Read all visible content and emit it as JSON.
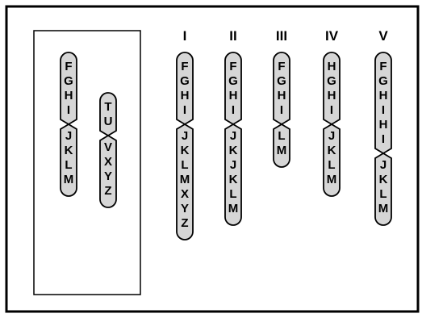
{
  "figure": {
    "parental_pair": [
      {
        "upper_arm": [
          "F",
          "G",
          "H",
          "I"
        ],
        "lower_arm": [
          "J",
          "K",
          "L",
          "M"
        ]
      },
      {
        "upper_arm": [
          "T",
          "U"
        ],
        "lower_arm": [
          "V",
          "X",
          "Y",
          "Z"
        ]
      }
    ],
    "variants": [
      {
        "label": "I",
        "upper_arm": [
          "F",
          "G",
          "H",
          "I"
        ],
        "lower_arm": [
          "J",
          "K",
          "L",
          "M",
          "X",
          "Y",
          "Z"
        ]
      },
      {
        "label": "II",
        "upper_arm": [
          "F",
          "G",
          "H",
          "I"
        ],
        "lower_arm": [
          "J",
          "K",
          "J",
          "K",
          "L",
          "M"
        ]
      },
      {
        "label": "III",
        "upper_arm": [
          "F",
          "G",
          "H",
          "I"
        ],
        "lower_arm": [
          "L",
          "M"
        ]
      },
      {
        "label": "IV",
        "upper_arm": [
          "H",
          "G",
          "H",
          "I"
        ],
        "lower_arm": [
          "J",
          "K",
          "L",
          "M"
        ]
      },
      {
        "label": "V",
        "upper_arm": [
          "F",
          "G",
          "H",
          "I",
          "H",
          "I"
        ],
        "lower_arm": [
          "J",
          "K",
          "L",
          "M"
        ]
      }
    ]
  },
  "colors": {
    "chromosome_fill": "#d6d6d6",
    "stroke": "#000000",
    "background": "#ffffff"
  }
}
